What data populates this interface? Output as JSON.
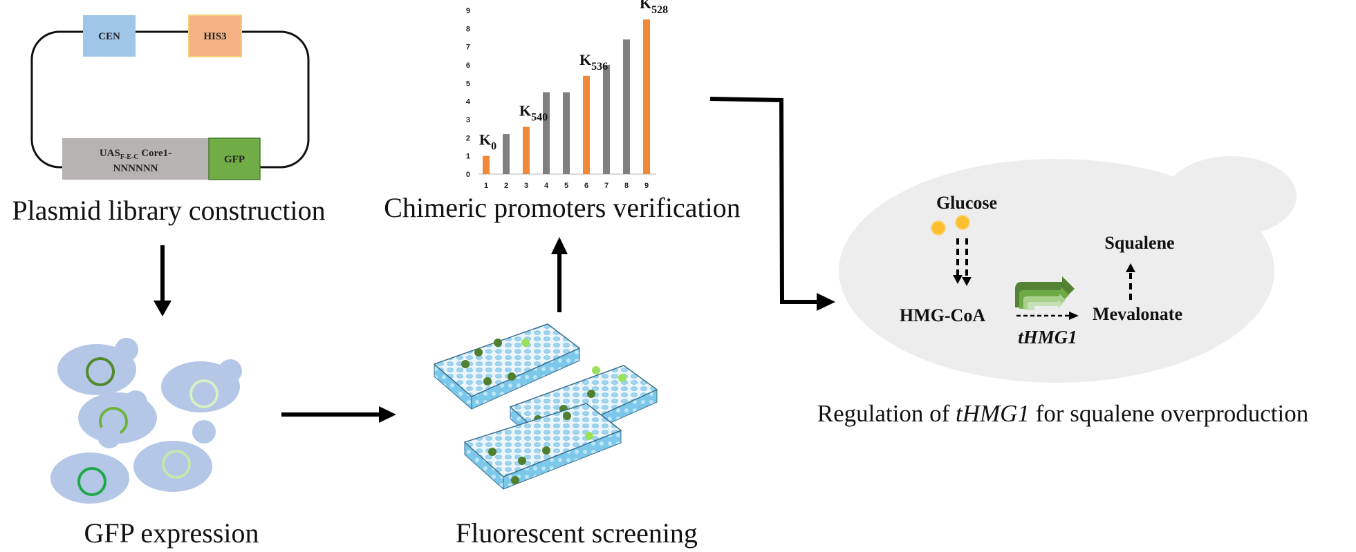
{
  "plasmid": {
    "cen_label": "CEN",
    "his3_label": "HIS3",
    "uas_main": "UAS",
    "uas_sub": "F-E-C",
    "uas_core": " Core1-",
    "uas_line2": "NNNNNN",
    "gfp_label": "GFP",
    "caption": "Plasmid library construction"
  },
  "chart_data": {
    "type": "bar",
    "title": "",
    "xlabel": "",
    "ylabel": "",
    "categories": [
      "1",
      "2",
      "3",
      "4",
      "5",
      "6",
      "7",
      "8",
      "9"
    ],
    "values": [
      1,
      2.2,
      2.6,
      4.5,
      4.5,
      5.4,
      6.0,
      7.4,
      8.5
    ],
    "highlighted": [
      true,
      false,
      true,
      false,
      false,
      true,
      false,
      false,
      true
    ],
    "ylim": [
      0,
      9
    ],
    "yticks": [
      "0",
      "1",
      "2",
      "3",
      "4",
      "5",
      "6",
      "7",
      "8",
      "9"
    ],
    "colors": {
      "highlight": "#f0883a",
      "normal": "#808080"
    },
    "bar_labels": [
      {
        "index": 0,
        "main": "K",
        "sub": "0"
      },
      {
        "index": 2,
        "main": "K",
        "sub": "540"
      },
      {
        "index": 5,
        "main": "K",
        "sub": "536"
      },
      {
        "index": 8,
        "main": "K",
        "sub": "528"
      }
    ]
  },
  "chart_caption": "Chimeric promoters verification",
  "gfp_expression_caption": "GFP expression",
  "screening_caption": "Fluorescent screening",
  "pathway": {
    "glucose": "Glucose",
    "squalene": "Squalene",
    "hmg_coa": "HMG-CoA",
    "mevalonate": "Mevalonate",
    "thmg1": "tHMG1"
  },
  "regulation_caption": {
    "pre": "Regulation of ",
    "gene": "tHMG1",
    "post": " for squalene overproduction"
  },
  "colors": {
    "cen_box": "#9fc5e8",
    "his3_box": "#f4b183",
    "uas_box": "#b8b3b3",
    "gfp_box": "#70ad47",
    "yeast_blue": "#b4c7e7",
    "cell_gray": "#ededed",
    "glucose_dot": "#fdbf2d",
    "plate_cyan": "#9fd4ef",
    "dot_dark": "#4f7f2f",
    "dot_light": "#9be05a"
  }
}
